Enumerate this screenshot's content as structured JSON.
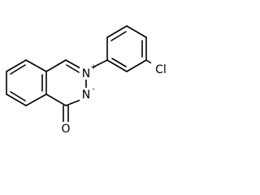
{
  "molecule": {
    "atoms": [
      {
        "id": "N_plus",
        "symbol": "N",
        "charge": "+"
      },
      {
        "id": "N_minus",
        "symbol": "N",
        "charge": "-"
      },
      {
        "id": "O",
        "symbol": "O",
        "charge": ""
      },
      {
        "id": "Cl",
        "symbol": "Cl",
        "charge": ""
      }
    ]
  }
}
